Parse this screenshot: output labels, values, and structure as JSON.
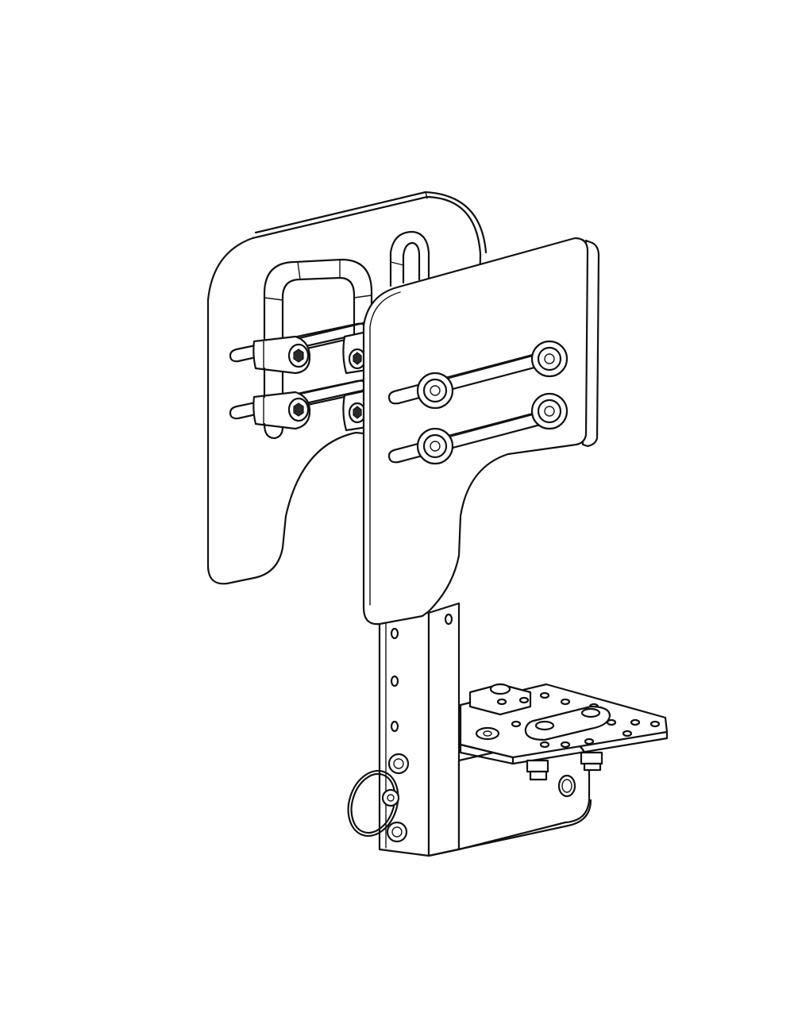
{
  "drawing": {
    "style": "monochrome line-art isometric assembly drawing",
    "colors": {
      "line": "#111111",
      "background": "#ffffff",
      "shade": "#dcdcdc"
    },
    "parts": [
      "rear-side-plate",
      "u-handle",
      "tube-clamps",
      "front-side-plate",
      "slot-bolts",
      "vertical-post",
      "lower-bracket",
      "mounting-plate",
      "quick-release-pin-ring"
    ]
  }
}
